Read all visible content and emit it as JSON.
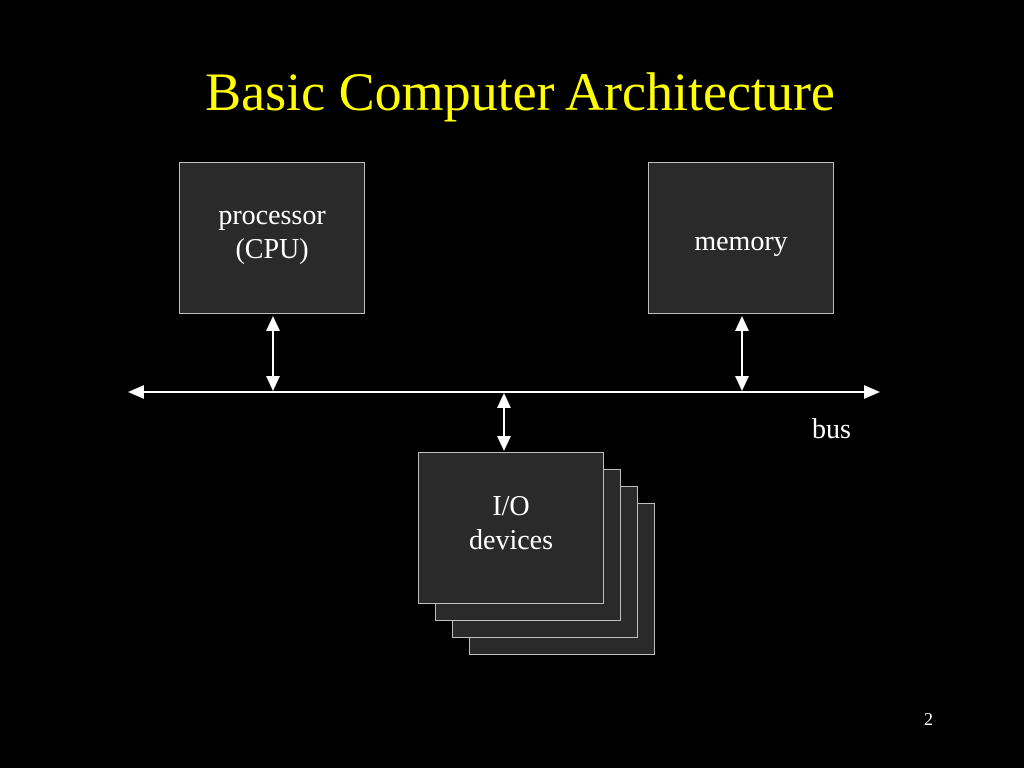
{
  "slide": {
    "title": "Basic Computer Architecture",
    "title_color": "#ffff00",
    "background_color": "#000000",
    "page_number": "2"
  },
  "diagram": {
    "processor": {
      "line1": "processor",
      "line2": "(CPU)"
    },
    "memory": {
      "label": "memory"
    },
    "io_devices": {
      "line1": "I/O",
      "line2": "devices",
      "stack_count": 4
    },
    "bus": {
      "label": "bus"
    },
    "box_fill": "#2a2a2a",
    "box_border": "#bfbfbf",
    "line_color": "#ffffff",
    "text_color": "#ffffff"
  }
}
